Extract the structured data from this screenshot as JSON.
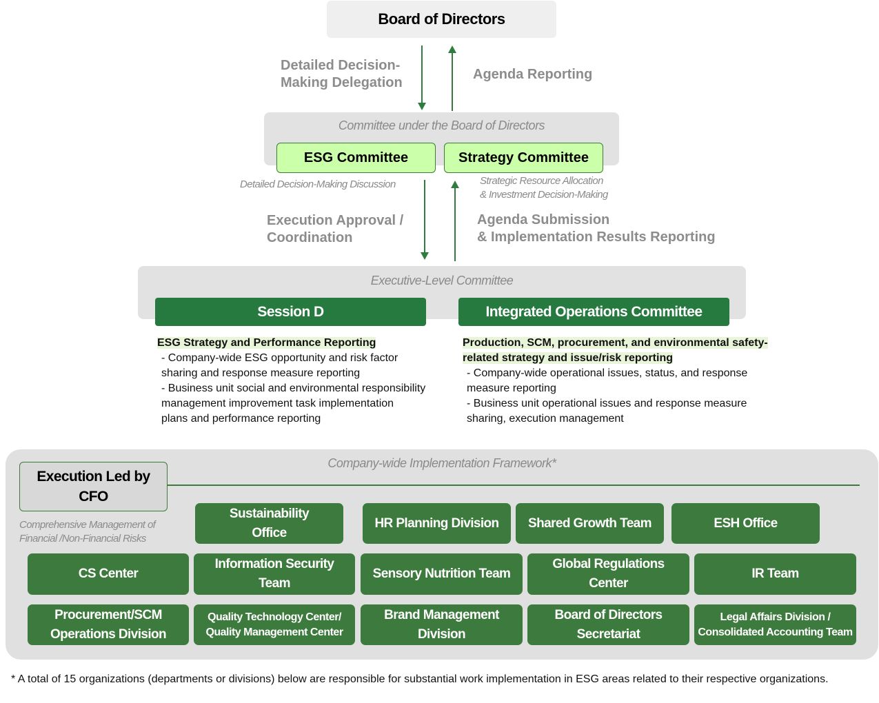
{
  "board": {
    "title": "Board of Directors"
  },
  "board_flow": {
    "down_label": "Detailed Decision-\nMaking Delegation",
    "up_label": "Agenda Reporting"
  },
  "board_committee": {
    "heading": "Committee under the Board of Directors",
    "esg": "ESG Committee",
    "strategy": "Strategy Committee",
    "esg_note": "Detailed Decision-Making Discussion",
    "strategy_note": "Strategic Resource Allocation\n& Investment Decision-Making"
  },
  "committee_flow": {
    "down_label": "Execution Approval /\nCoordination",
    "up_label": "Agenda Submission\n&  Implementation Results Reporting"
  },
  "executive_committee": {
    "heading": "Executive-Level  Committee",
    "session_d": "Session D",
    "integrated": "Integrated Operations Committee"
  },
  "session_d_desc": {
    "title": "ESG Strategy and Performance Reporting",
    "items": [
      "- Company-wide ESG opportunity and risk factor\n  sharing and response measure reporting",
      "- Business unit social and environmental responsibility\n  management improvement task implementation\n  plans and performance reporting"
    ]
  },
  "integrated_desc": {
    "title": "Production, SCM, procurement, and environmental safety-\nrelated strategy and issue/risk reporting",
    "items": [
      "- Company-wide operational issues, status, and response\n  measure reporting",
      "- Business unit operational issues and response measure\n  sharing, execution management"
    ]
  },
  "implementation": {
    "heading": "Company-wide Implementation Framework*",
    "cfo": "Execution Led by\nCFO",
    "cfo_note": "Comprehensive Management of\nFinancial /Non-Financial Risks",
    "row1": [
      "Sustainability\nOffice",
      "HR Planning Division",
      "Shared Growth Team",
      "ESH Office"
    ],
    "row2": [
      "CS Center",
      "Information Security\nTeam",
      "Sensory Nutrition Team",
      "Global Regulations\nCenter",
      "IR Team"
    ],
    "row3": [
      "Procurement/SCM\nOperations Division",
      "Quality Technology Center/\nQuality Management Center",
      "Brand Management\nDivision",
      "Board of Directors\nSecretariat",
      "Legal Affairs Division /\nConsolidated Accounting Team"
    ]
  },
  "footnote": "* A total of 15 organizations (departments or divisions) below are responsible for substantial work implementation in ESG areas related to their respective organizations.",
  "colors": {
    "dark_green": "#267a3f",
    "org_green": "#3d7a3d",
    "light_green": "#ccffaa",
    "panel_grey": "#e0e0e0",
    "label_grey": "#8c8c8c"
  }
}
